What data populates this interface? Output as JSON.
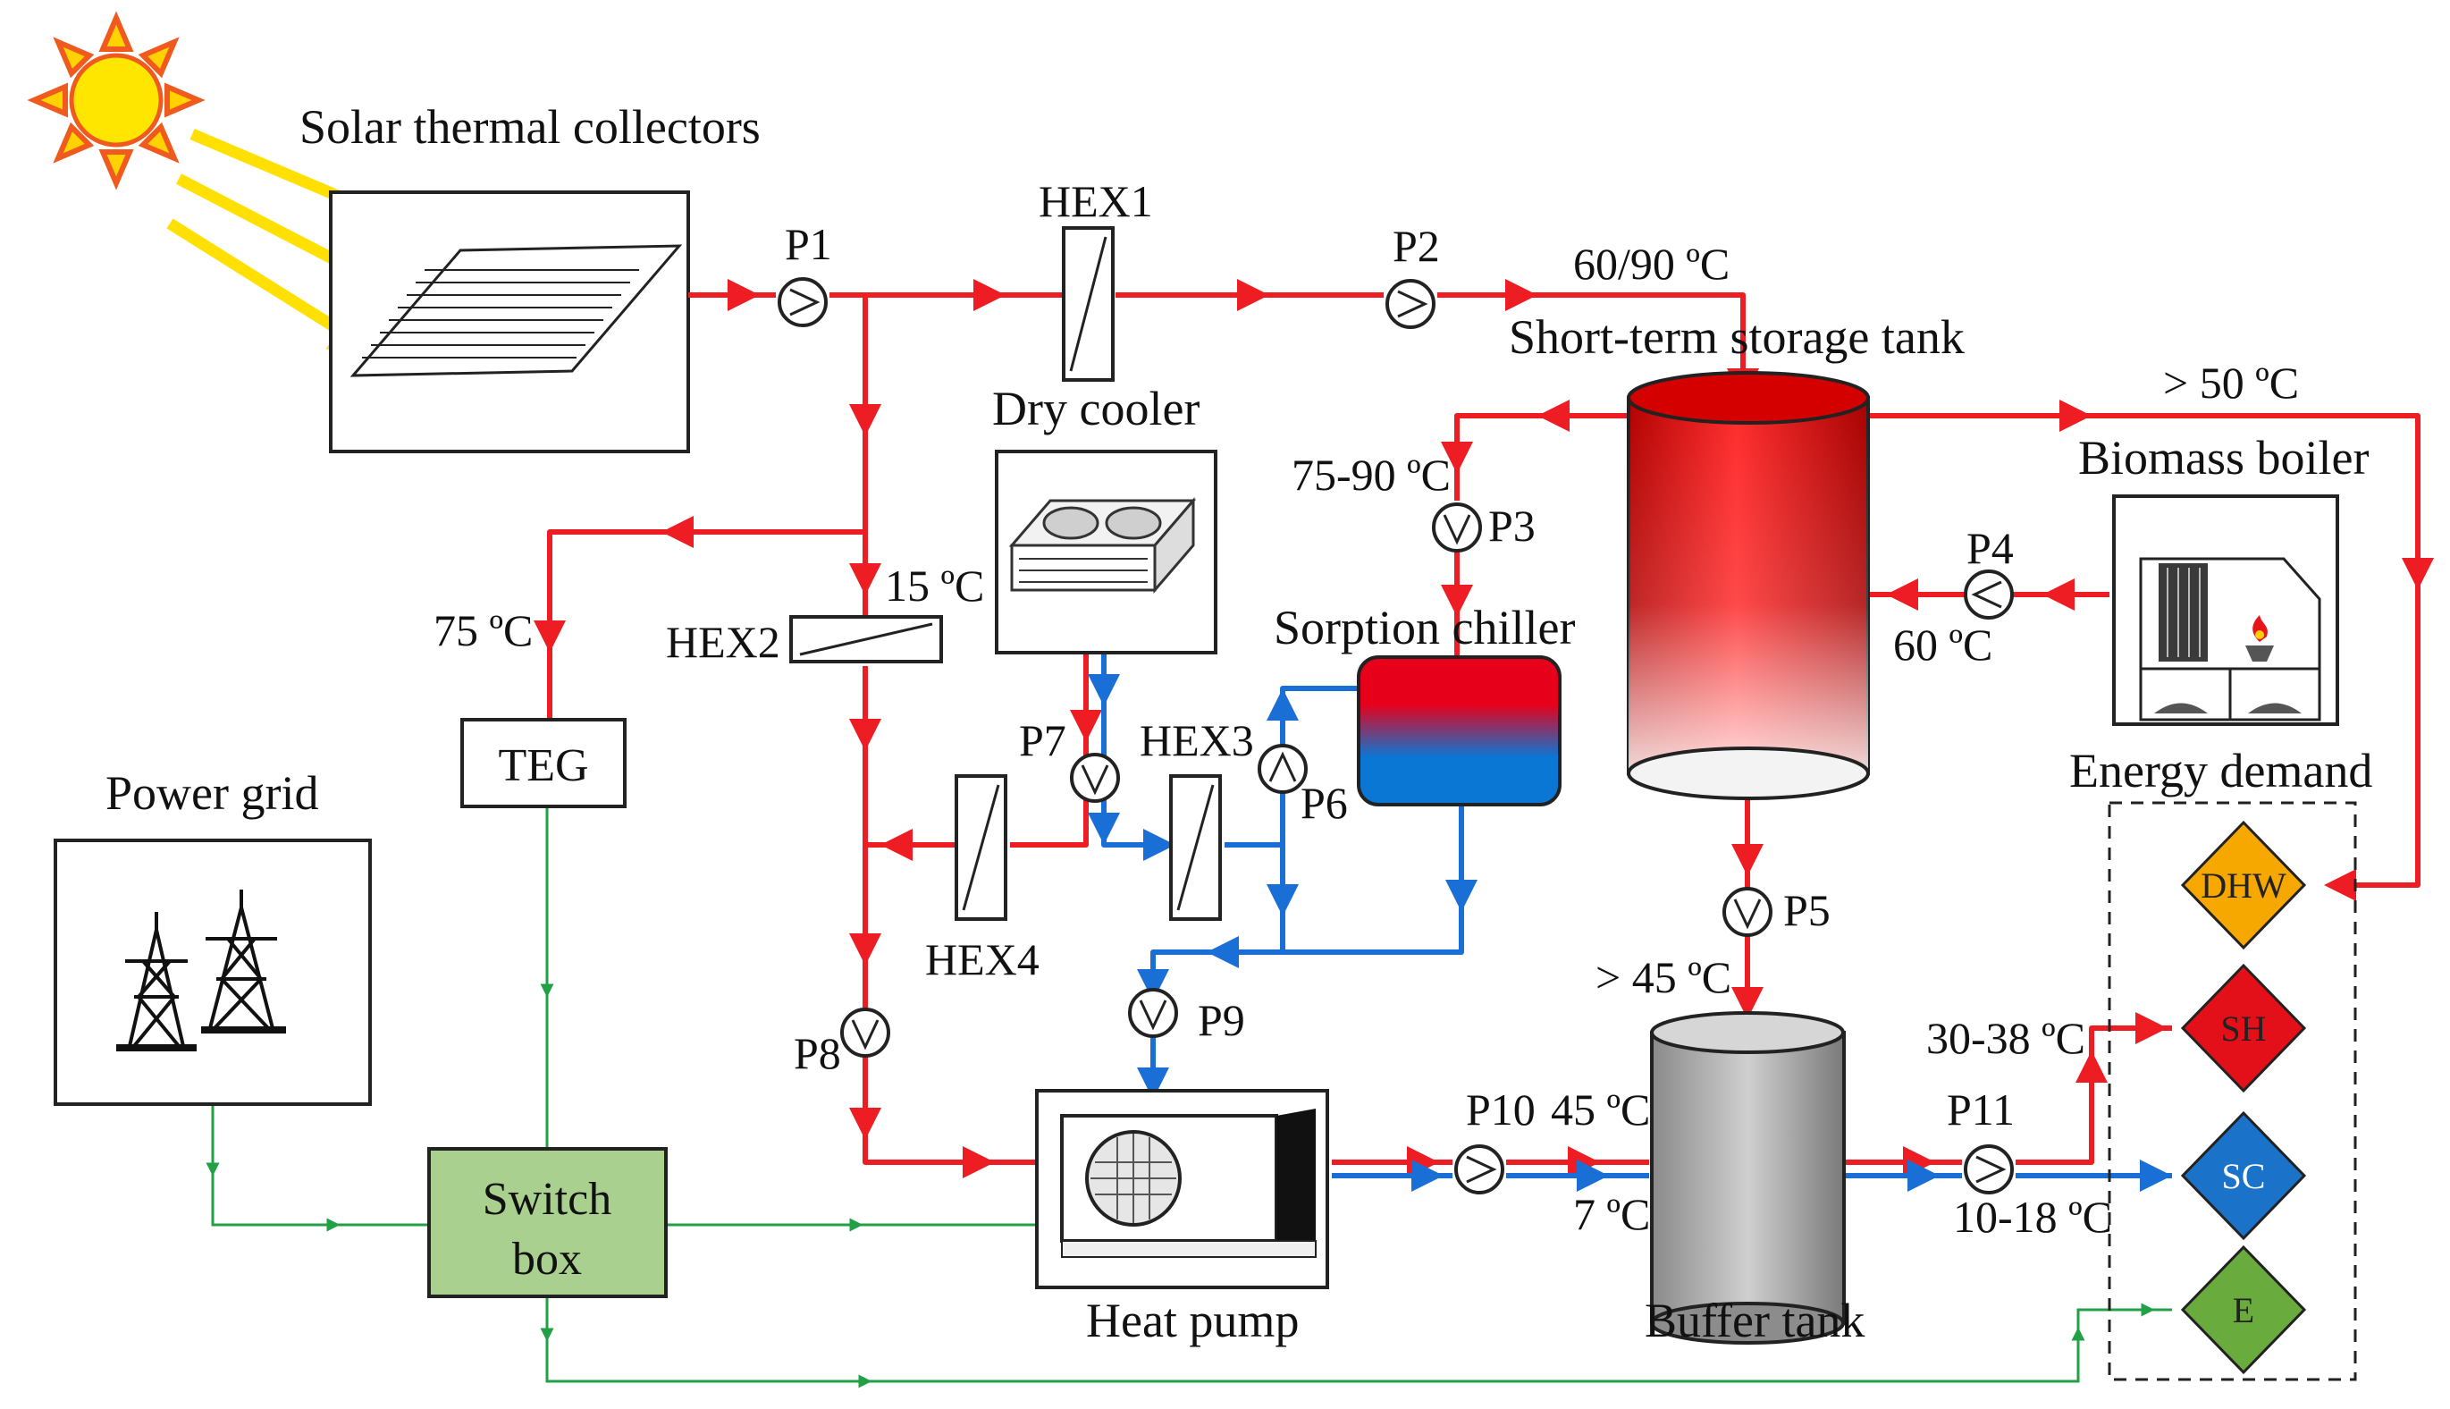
{
  "colors": {
    "hot": "#ee1c23",
    "cold": "#1a6fd6",
    "electric": "#22a045",
    "sun": "#ffe000",
    "sun_rays": "#f05a1e",
    "switch_box": "#a9d08e",
    "dhw": "#f6a800",
    "sh": "#e3101a",
    "sc": "#1a72c9",
    "e": "#6aab3d"
  },
  "components": {
    "solar_collectors": "Solar thermal collectors",
    "hex1": "HEX1",
    "hex2": "HEX2",
    "hex3": "HEX3",
    "hex4": "HEX4",
    "dry_cooler": "Dry cooler",
    "storage_tank": "Short-term storage tank",
    "biomass_boiler": "Biomass boiler",
    "sorption_chiller": "Sorption chiller",
    "teg": "TEG",
    "power_grid": "Power grid",
    "switch_box_line1": "Switch",
    "switch_box_line2": "box",
    "heat_pump": "Heat pump",
    "buffer_tank": "Buffer tank",
    "energy_demand": "Energy demand"
  },
  "pumps": {
    "p1": "P1",
    "p2": "P2",
    "p3": "P3",
    "p4": "P4",
    "p5": "P5",
    "p6": "P6",
    "p7": "P7",
    "p8": "P8",
    "p9": "P9",
    "p10": "P10",
    "p11": "P11"
  },
  "temperatures": {
    "t_60_90": "60/90 ºC",
    "t_above_50": "> 50 ºC",
    "t_75_90": "75-90 ºC",
    "t_60": "60 ºC",
    "t_15": "15 ºC",
    "t_75": "75 ºC",
    "t_above_45": "> 45 ºC",
    "t_45": "45 ºC",
    "t_7": "7 ºC",
    "t_30_38": "30-38 ºC",
    "t_10_18": "10-18 ºC"
  },
  "demands": {
    "dhw": "DHW",
    "sh": "SH",
    "sc": "SC",
    "e": "E"
  }
}
